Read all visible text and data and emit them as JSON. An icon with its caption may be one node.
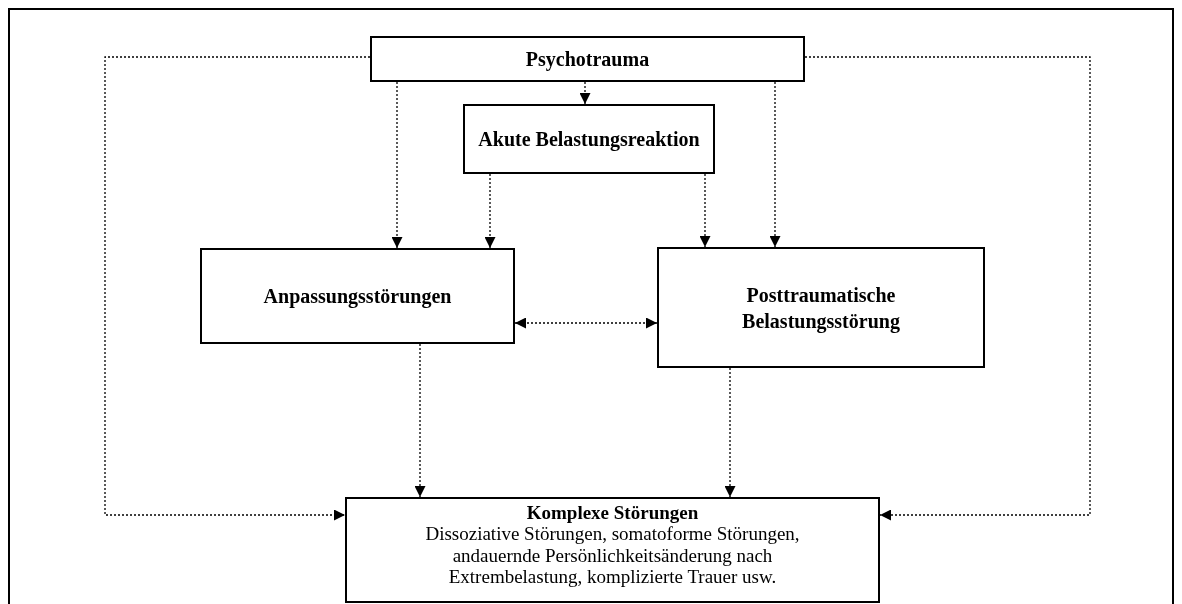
{
  "diagram": {
    "nodes": [
      {
        "text": [
          "Psychotrauma"
        ]
      },
      {
        "text": [
          "Akute Belastungsreaktion"
        ]
      },
      {
        "text": [
          "Anpassungsstörungen"
        ]
      },
      {
        "text": [
          "Posttraumatische Belastungsstörung"
        ]
      },
      {
        "text": [
          "Komplexe Störungen",
          "Dissoziative Störungen, somatoforme Störungen, andauernde Persönlichkeitsänderung nach Extrembelastung, komplizierte Trauer usw."
        ]
      }
    ],
    "edges": [
      {
        "from": 0,
        "to": 1,
        "arrow": "to",
        "style": "dashed"
      },
      {
        "from": 0,
        "to": 2,
        "arrow": "to",
        "style": "dashed"
      },
      {
        "from": 0,
        "to": 3,
        "arrow": "to",
        "style": "dashed"
      },
      {
        "from": 1,
        "to": 2,
        "arrow": "to",
        "style": "dashed"
      },
      {
        "from": 1,
        "to": 3,
        "arrow": "to",
        "style": "dashed"
      },
      {
        "from": 2,
        "to": 3,
        "arrow": "both",
        "style": "dashed"
      },
      {
        "from": 2,
        "to": 4,
        "arrow": "to",
        "style": "dashed"
      },
      {
        "from": 3,
        "to": 4,
        "arrow": "to",
        "style": "dashed"
      },
      {
        "from": 0,
        "to": 4,
        "arrow": "to",
        "style": "dashed"
      },
      {
        "from": 0,
        "to": 4,
        "arrow": "to",
        "style": "dashed"
      }
    ]
  }
}
